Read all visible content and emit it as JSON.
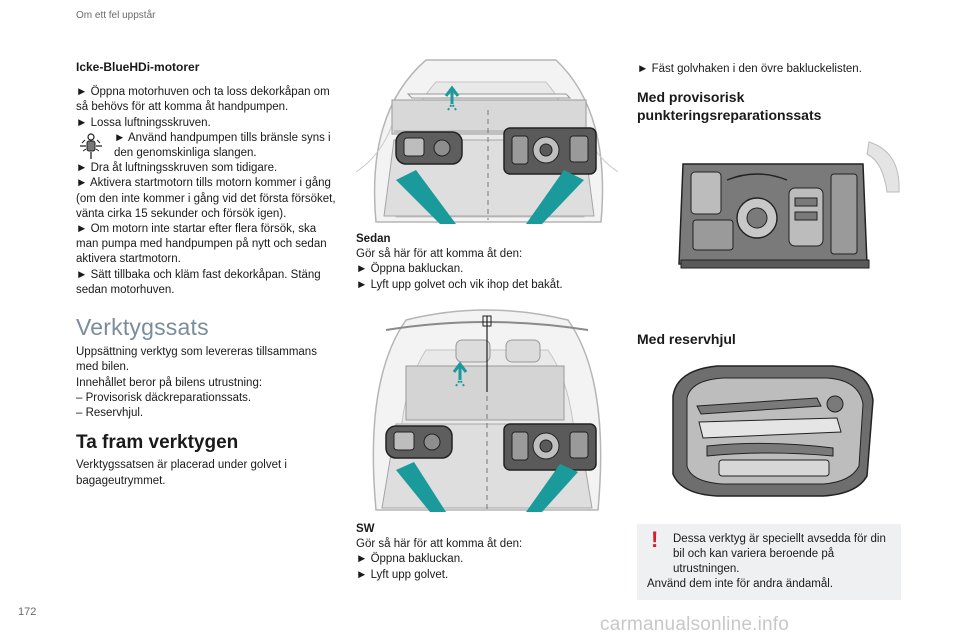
{
  "header": {
    "section": "Om ett fel uppstår"
  },
  "page_number": "172",
  "watermark": "carmanualsonline.info",
  "col1": {
    "heading": "Icke-BlueHDi-motorer",
    "p1": "► Öppna motorhuven och ta loss dekorkåpan om så behövs för att komma åt handpumpen.",
    "p2": "► Lossa luftningsskruven.",
    "p3": "► Använd handpumpen tills bränsle syns i den genomskinliga slangen.",
    "p4": "► Dra åt luftningsskruven som tidigare.",
    "p5": "► Aktivera startmotorn tills motorn kommer i gång (om den inte kommer i gång vid det första försöket, vänta cirka 15 sekunder och försök igen).",
    "p6": "► Om motorn inte startar efter flera försök, ska man pumpa med handpumpen på nytt och sedan aktivera startmotorn.",
    "p7": "► Sätt tillbaka och kläm fast dekorkåpan. Stäng sedan motorhuven.",
    "title": "Verktygssats",
    "intro1": "Uppsättning verktyg som levereras tillsammans med bilen.",
    "intro2": "Innehållet beror på bilens utrustning:",
    "list1": "–  Provisorisk däckreparationssats.",
    "list2": "–  Reservhjul.",
    "title2": "Ta fram verktygen",
    "p8": "Verktygssatsen är placerad under golvet i bagageutrymmet."
  },
  "col2": {
    "sedan_label": "Sedan",
    "sedan_line1": "Gör så här för att komma åt den:",
    "sedan_line2": "► Öppna bakluckan.",
    "sedan_line3": "► Lyft upp golvet och vik ihop det bakåt.",
    "sw_label": "SW",
    "sw_line1": "Gör så här för att komma åt den:",
    "sw_line2": "► Öppna bakluckan.",
    "sw_line3": "► Lyft upp golvet."
  },
  "col3": {
    "p1": "► Fäst golvhaken i den övre bakluckelisten.",
    "h1": "Med provisorisk punkteringsreparationssats",
    "h2": "Med reservhjul",
    "warn1": "Dessa verktyg är speciellt avsedda för din bil och kan variera beroende på utrustningen.",
    "warn2": "Använd dem inte för andra ändamål."
  },
  "colors": {
    "accent": "#1a9a9a",
    "heading_grey": "#7b8c9a",
    "warning_red": "#d3202c",
    "note_bg": "#eef0f2"
  }
}
